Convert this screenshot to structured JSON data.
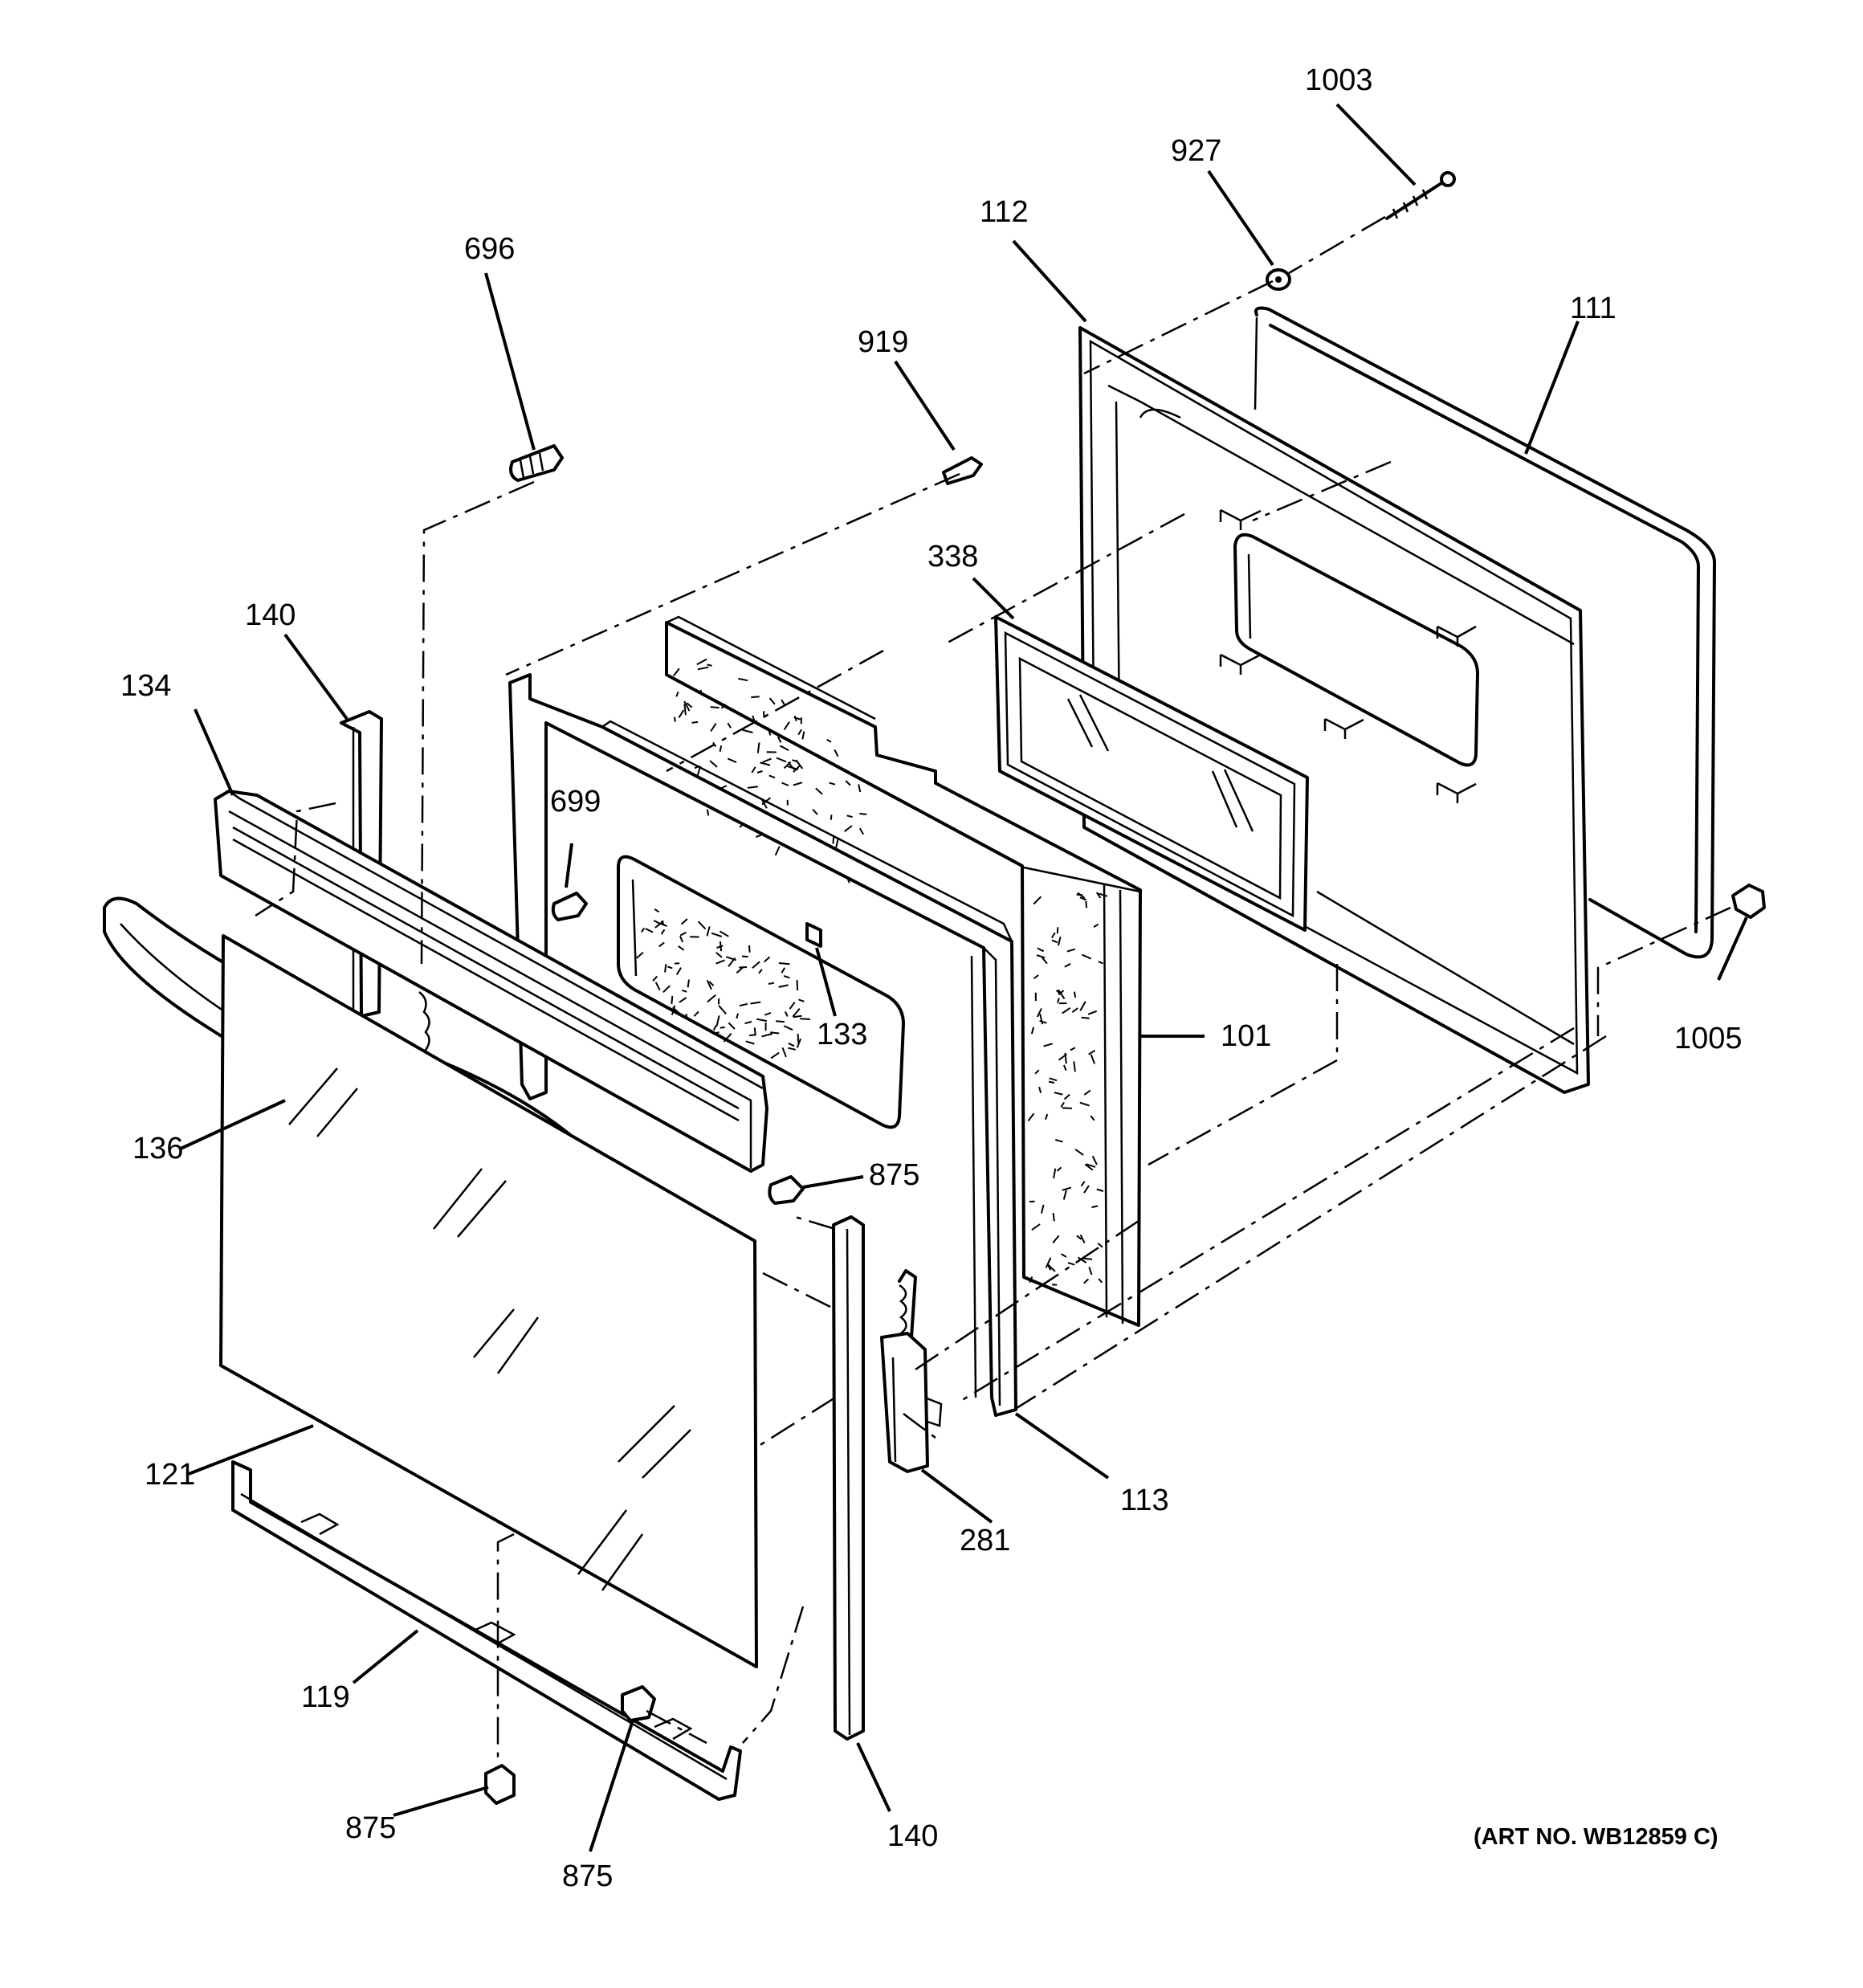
{
  "diagram": {
    "art_number": "(ART NO. WB12859 C)",
    "callouts": [
      {
        "id": "c1003",
        "label": "1003"
      },
      {
        "id": "c927",
        "label": "927"
      },
      {
        "id": "c112",
        "label": "112"
      },
      {
        "id": "c111",
        "label": "111"
      },
      {
        "id": "c919",
        "label": "919"
      },
      {
        "id": "c696",
        "label": "696"
      },
      {
        "id": "c338",
        "label": "338"
      },
      {
        "id": "c140a",
        "label": "140"
      },
      {
        "id": "c134",
        "label": "134"
      },
      {
        "id": "c699",
        "label": "699"
      },
      {
        "id": "c133",
        "label": "133"
      },
      {
        "id": "c101",
        "label": "101"
      },
      {
        "id": "c1005",
        "label": "1005"
      },
      {
        "id": "c136",
        "label": "136"
      },
      {
        "id": "c875a",
        "label": "875"
      },
      {
        "id": "c121",
        "label": "121"
      },
      {
        "id": "c281",
        "label": "281"
      },
      {
        "id": "c113",
        "label": "113"
      },
      {
        "id": "c119",
        "label": "119"
      },
      {
        "id": "c875b",
        "label": "875"
      },
      {
        "id": "c875c",
        "label": "875"
      },
      {
        "id": "c140b",
        "label": "140"
      }
    ]
  }
}
